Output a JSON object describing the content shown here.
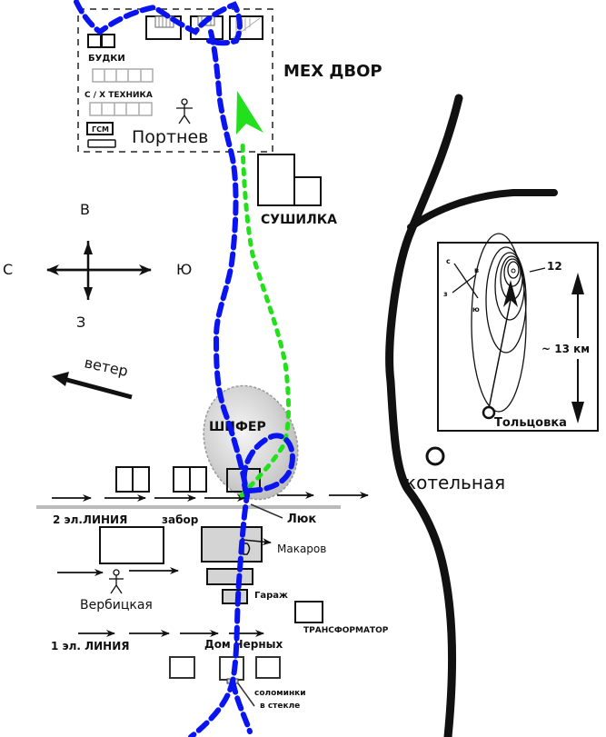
{
  "map": {
    "title": "Схема местности",
    "colors": {
      "blue_path": "#0a14f0",
      "green_path": "#22e01c",
      "ink": "#111111",
      "gray_fill": "#d4d4d4",
      "slate_fill": "#cfcfcf"
    },
    "labels": {
      "mekh_dvor": "МЕХ ДВОР",
      "budki": "БУДКИ",
      "sh_tekhnika": "С / Х ТЕХНИКА",
      "gsm": "ГСМ",
      "portnev": "Портнев",
      "sushilka": "СУШИЛКА",
      "compass_v": "В",
      "compass_s": "С",
      "compass_yu": "Ю",
      "compass_z": "З",
      "veter": "ветер",
      "shifer": "ШИФЕР",
      "kotelnaya": "котельная",
      "line2": "2 эл.ЛИНИЯ",
      "zabor": "забор",
      "lyuk": "Люк",
      "makarov": "Макаров",
      "verbitskaya": "Вербицкая",
      "garazh": "Гараж",
      "transformator": "ТРАНСФОРМАТОР",
      "line1": "1 эл. ЛИНИЯ",
      "dom_chernykh": "Дом Черных",
      "solominki_1": "соломинки",
      "solominki_2": "в стекле"
    },
    "inset": {
      "compass_s": "с",
      "compass_v": "в",
      "compass_z": "з",
      "compass_yu": "ю",
      "contour_label": "12",
      "distance": "~ 13 км",
      "town": "Тольцовка"
    }
  }
}
